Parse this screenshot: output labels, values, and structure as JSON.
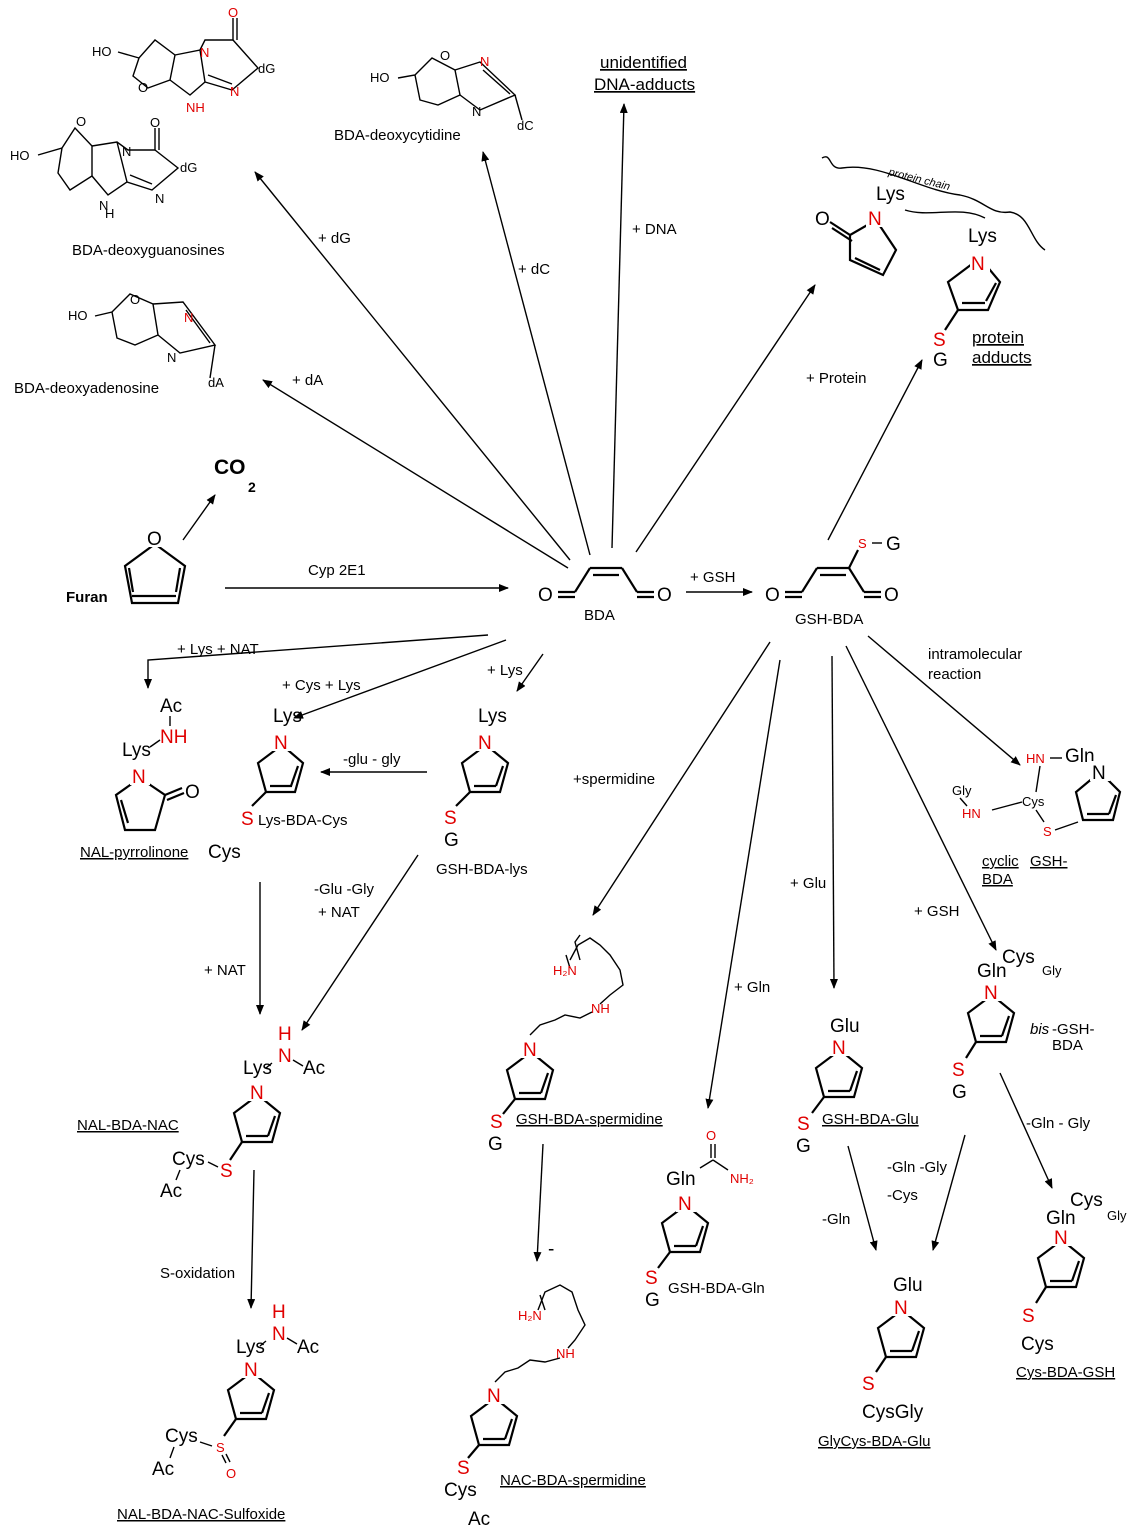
{
  "furan": {
    "label": "Furan",
    "co2_a": "CO",
    "co2_b": "2"
  },
  "center": {
    "bda": "BDA",
    "gsh_bda": "GSH-BDA"
  },
  "conditions": {
    "cyp": "Cyp 2E1",
    "gsh": "+ GSH",
    "dG": "+ dG",
    "dC": "+ dC",
    "dna": "+ DNA",
    "dA": "+ dA",
    "protein": "+ Protein",
    "lys_nat": "+ Lys + NAT",
    "cys_lys": "+ Cys + Lys",
    "lys": "+ Lys",
    "glu_gly": "-glu - gly",
    "glu_gly_nat_1": "-Glu -Gly",
    "glu_gly_nat_2": "+ NAT",
    "nat": "+ NAT",
    "s_ox": "S-oxidation",
    "spermidine": "+spermidine",
    "minus": "-",
    "gln": "+ Gln",
    "glu": "+ Glu",
    "gsh2": "+ GSH",
    "intra_1": "intramolecular",
    "intra_2": "reaction",
    "gln_gly": "-Gln - Gly",
    "gln_gly_cys_1": "-Gln -Gly",
    "gln_gly_cys_2": "-Cys",
    "minus_gln": "-Gln"
  },
  "products": {
    "dg": "BDA-deoxyguanosines",
    "dc": "BDA-deoxycytidine",
    "da": "BDA-deoxyadenosine",
    "dna_1": "unidentified",
    "dna_2": "DNA-adducts",
    "protein_1": "protein",
    "protein_2": "adducts",
    "protein_chain": "protein chain",
    "nal_pyrrolinone": "NAL-pyrrolinone",
    "lys_bda_cys": "Lys-BDA-Cys",
    "gsh_bda_lys": "GSH-BDA-lys",
    "nal_bda_nac": "NAL-BDA-NAC",
    "sulfoxide": "NAL-BDA-NAC-Sulfoxide",
    "spermidine": "GSH-BDA-spermidine",
    "nac_spermidine": "NAC-BDA-spermidine",
    "gln": "GSH-BDA-Gln",
    "glu": "GSH-BDA-Glu",
    "glycys": "GlyCys-BDA-Glu",
    "cys_gsh": "Cys-BDA-GSH",
    "cyclic_1": "cyclic",
    "cyclic_2": "GSH-",
    "cyclic_3": "BDA",
    "bis_1": "bis",
    "bis_2": "-GSH-",
    "bis_3": "BDA"
  },
  "atoms": {
    "O": "O",
    "N": "N",
    "NH": "NH",
    "H": "H",
    "S": "S",
    "G": "G",
    "HO": "HO",
    "dG": "dG",
    "dC": "dC",
    "dA": "dA",
    "Lys": "Lys",
    "Ac": "Ac",
    "Cys": "Cys",
    "Glu": "Glu",
    "Gln": "Gln",
    "Gly": "Gly",
    "HN": "HN",
    "H2N": "H₂N",
    "NH2": "NH₂",
    "CysGly": "CysGly",
    "dashG": "S –G"
  }
}
